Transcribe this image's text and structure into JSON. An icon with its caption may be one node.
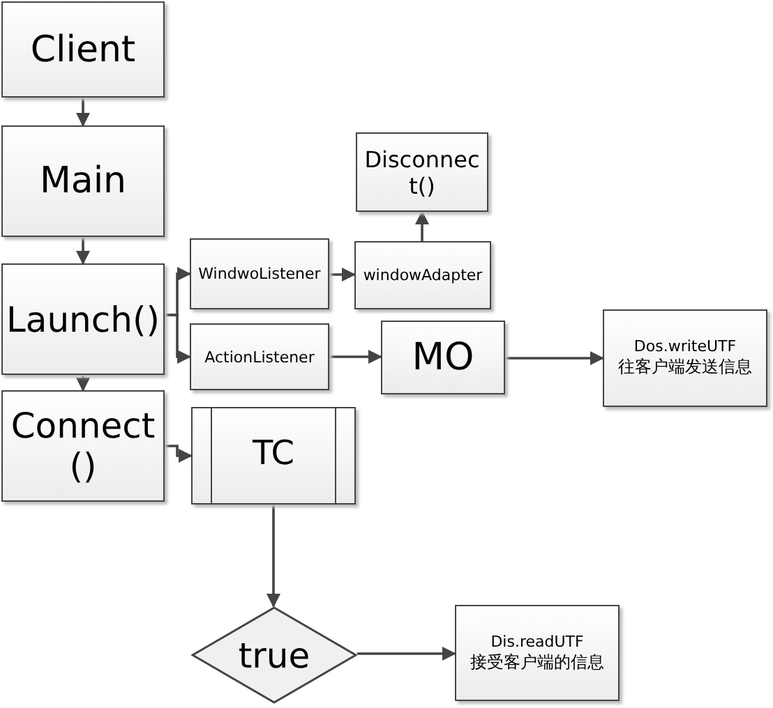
{
  "diagram": {
    "nodes": [
      {
        "text": [
          "Client"
        ]
      },
      {
        "text": [
          "Main"
        ]
      },
      {
        "text": [
          "Launch()"
        ]
      },
      {
        "text": [
          "Connect()"
        ]
      },
      {
        "text": [
          "WindwoListener"
        ]
      },
      {
        "text": [
          "windowAdapter"
        ]
      },
      {
        "text": [
          "Disconnect()"
        ]
      },
      {
        "text": [
          "ActionListener"
        ]
      },
      {
        "text": [
          "MO"
        ]
      },
      {
        "text": [
          "Dos.writeUTF",
          "往客户端发送信息"
        ]
      },
      {
        "text": [
          "TC"
        ]
      },
      {
        "text": [
          "true"
        ]
      },
      {
        "text": [
          "Dis.readUTF",
          "接受客户端的信息"
        ]
      }
    ],
    "edges": [
      {
        "from": 0,
        "to": 1,
        "arrow": "to"
      },
      {
        "from": 1,
        "to": 2,
        "arrow": "to"
      },
      {
        "from": 2,
        "to": 3,
        "arrow": "to"
      },
      {
        "from": 2,
        "to": 4,
        "arrow": "to"
      },
      {
        "from": 2,
        "to": 7,
        "arrow": "to"
      },
      {
        "from": 4,
        "to": 5,
        "arrow": "to"
      },
      {
        "from": 5,
        "to": 6,
        "arrow": "to"
      },
      {
        "from": 7,
        "to": 8,
        "arrow": "to"
      },
      {
        "from": 8,
        "to": 9,
        "arrow": "to"
      },
      {
        "from": 3,
        "to": 10,
        "arrow": "to"
      },
      {
        "from": 10,
        "to": 11,
        "arrow": "to"
      },
      {
        "from": 11,
        "to": 12,
        "arrow": "to"
      }
    ]
  }
}
